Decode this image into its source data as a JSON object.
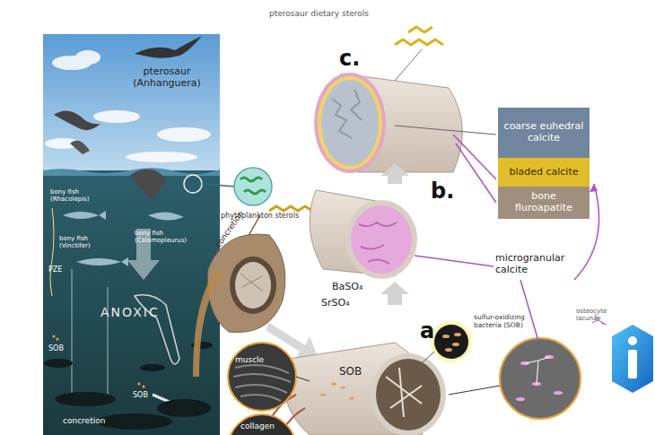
{
  "diagram": {
    "nodes": [
      {
        "text": [
          "coarse euhedral calcite"
        ]
      },
      {
        "text": [
          "bladed calcite"
        ]
      },
      {
        "text": [
          "bone fluroapatite"
        ]
      }
    ],
    "labels": [
      "pterosaur (Anhanguera)",
      "bony fish (Rhacolepis)",
      "bony fish (Vinctifer)",
      "bony fish (Calamopleurus)",
      "PZE",
      "ANOXIC",
      "SOB",
      "SOB",
      "concretion",
      "phytoplankton sterols",
      "concretion",
      "pterosaur dietary sterols",
      "c.",
      "b.",
      "microgranular calcite",
      "BaSO₄",
      "SrSO₄",
      "a.",
      "sulfur-oxidizing bacteria (SOB)",
      "SOB",
      "osteocyte lacunae",
      "muscle",
      "collagen"
    ]
  }
}
